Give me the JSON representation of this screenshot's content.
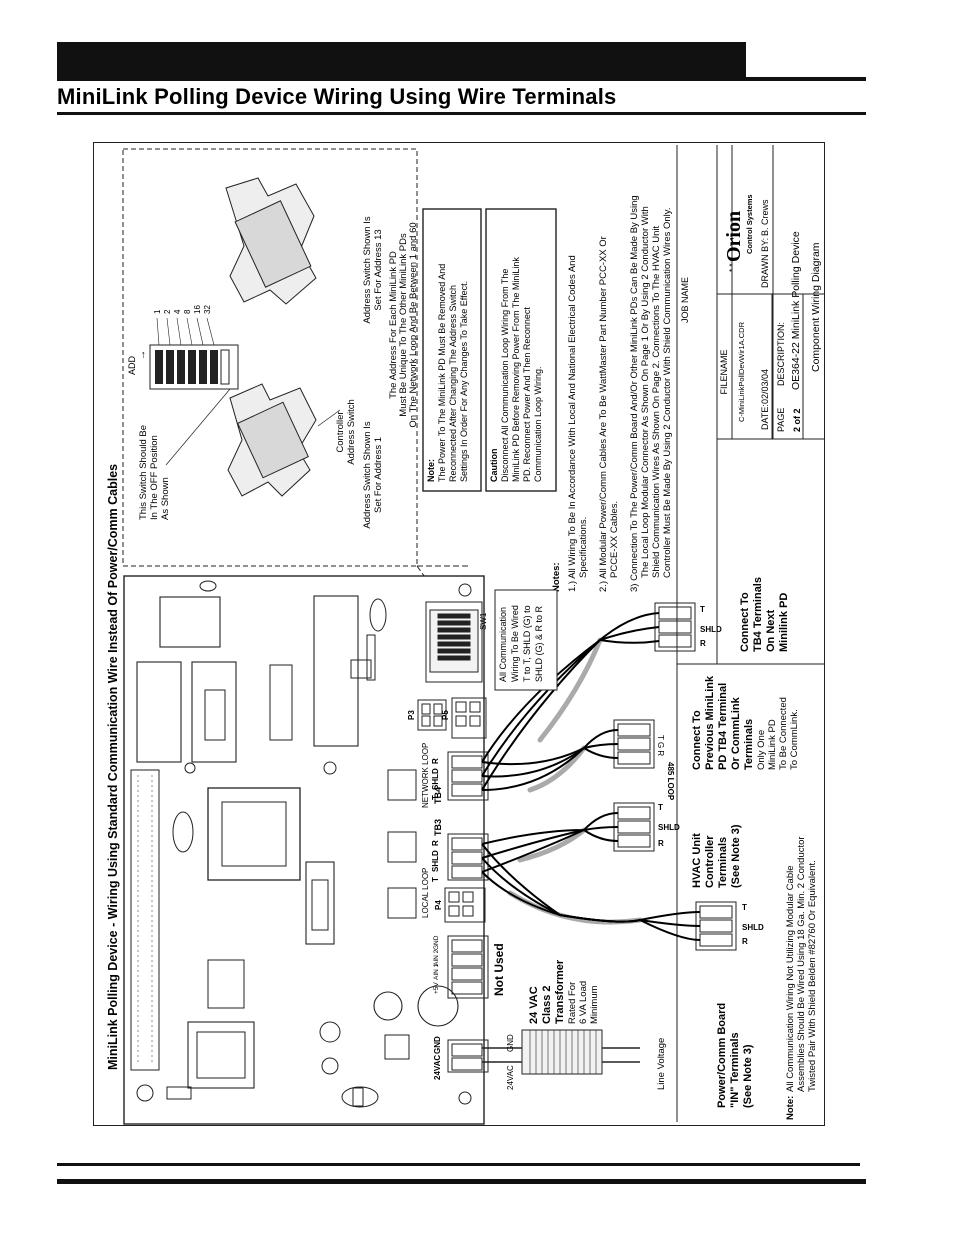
{
  "page": {
    "title": "MiniLink Polling Device Wiring Using Wire Terminals"
  },
  "diagram": {
    "main_title": "MiniLink Polling Device - Wiring Using Standard Communication Wire Instead Of Power/Comm Cables",
    "address": {
      "switch_off_note": [
        "This Switch Should Be",
        "In The OFF Position",
        "As Shown"
      ],
      "add_label": "ADD",
      "controller_label": [
        "Controller",
        "Address Switch"
      ],
      "set_for_1": [
        "Address Switch Shown Is",
        "Set For Address 1"
      ],
      "set_for_13": [
        "Address Switch Shown Is",
        "Set For Address 13"
      ],
      "unique_note": [
        "The Address For Each MiniLink PD",
        "Must Be Unique To The Other MiniLink PDs",
        "On The Network Loop And Be Between 1 and 60"
      ],
      "dip_values": [
        "1",
        "2",
        "4",
        "8",
        "16",
        "32"
      ]
    },
    "note_box": {
      "heading": "Note:",
      "lines": [
        "The Power To The MiniLink PD Must Be Removed And",
        "Reconnected After Changing The Address Switch",
        "Settings In Order For Any Changes To Take Effect."
      ]
    },
    "caution_box": {
      "heading": "Caution",
      "lines": [
        "Disconnect All Communication Loop Wiring From The",
        "MiniLink PD Before Removing Power From The MiniLink",
        "PD. Reconnect Power And Then Reconnect",
        "Communication Loop Wiring."
      ]
    },
    "notes": {
      "heading": "Notes:",
      "items": [
        [
          "1.) All Wiring To Be In Accordance With Local And National Electrical Codes And",
          "Specifications."
        ],
        [
          "2.) All Modular Power/Comm Cables Are To Be WattMaster Part Number PCC-XX Or",
          "PCCE-XX Cables."
        ],
        [
          "3) Connection To The Power/Comm Board And/Or Other MiniLink PDs Can Be Made By Using",
          "The Local Loop Modular Connector As Shown On Page 1 Or By Using 2 Conductor With",
          "Shield Communication Wires As Shown On Page 2. Connections To The HVAC Unit",
          "Controller Must Be Made By Using 2 Conductor With Shield Communication Wires Only."
        ]
      ]
    },
    "comm_wiring_note": [
      "All Communication",
      "Wiring To Be Wired",
      "T to T, SHLD (G) to",
      "SHLD (G) & R to R"
    ],
    "terminal_labels": {
      "t": "T",
      "shld": "SHLD",
      "r": "R",
      "tb3": "TB3",
      "tb4": "TB4",
      "p3": "P3",
      "p4": "P4",
      "p5": "P5",
      "sw1": "SW1",
      "local_loop": "LOCAL LOOP",
      "network_loop": "NETWORK LOOP",
      "loop485": "485 LOOP",
      "tgr": "T  G  R",
      "gnd": "GND",
      "ain2": "AIN 2",
      "ain1": "AIN 1",
      "plus5v": "+5V",
      "gnd2": "GND",
      "vac24": "24VAC"
    },
    "callouts": {
      "next_tb4": [
        "Connect To",
        "TB4 Terminals",
        "On Next",
        "Minilink PD"
      ],
      "previous": [
        "Connect To",
        "Previous MiniLink",
        "PD TB4 Terminal",
        "Or CommLink",
        "Terminals"
      ],
      "previous_sub": [
        "Only One",
        "MiniLink PD",
        "To Be Connected",
        "To CommLink."
      ],
      "hvac": [
        "HVAC Unit",
        "Controller",
        "Terminals",
        "(See Note 3)"
      ],
      "not_used": "Not Used",
      "transformer": [
        "24 VAC",
        "Class 2",
        "Transformer"
      ],
      "transformer_sub": [
        "Rated For",
        "6 VA Load",
        "Minimum"
      ],
      "power_comm": [
        "Power/Comm Board",
        "\"IN\" Terminals",
        "(See Note 3)"
      ],
      "line_voltage": "Line Voltage",
      "transformer_gnd": "GND",
      "transformer_24": "24VAC"
    },
    "bottom_note": {
      "label": "Note:",
      "lines": [
        "All Communication Wiring Not Utilizing Modular Cable",
        "Assemblies Should Be Wired Using 18 Ga. Min. 2 Conductor",
        "Twisted Pair With Shield Belden #82760 Or Equivalent."
      ]
    },
    "title_block": {
      "job_name_label": "JOB NAME",
      "filename_label": "FILENAME",
      "filename": "C-MiniLinkPollDevWir1A.CDR",
      "date_label": "DATE:",
      "date": "02/03/04",
      "drawn_by_label": "DRAWN BY:",
      "drawn_by": "B. Crews",
      "page_label": "PAGE",
      "page": "2 of 2",
      "description_label": "DESCRIPTION:",
      "description1": "OE364-22 MiniLink Polling Device",
      "description2": "Component Wiring Diagram",
      "logo": "Orion",
      "logo_sub": "Control Systems"
    }
  }
}
